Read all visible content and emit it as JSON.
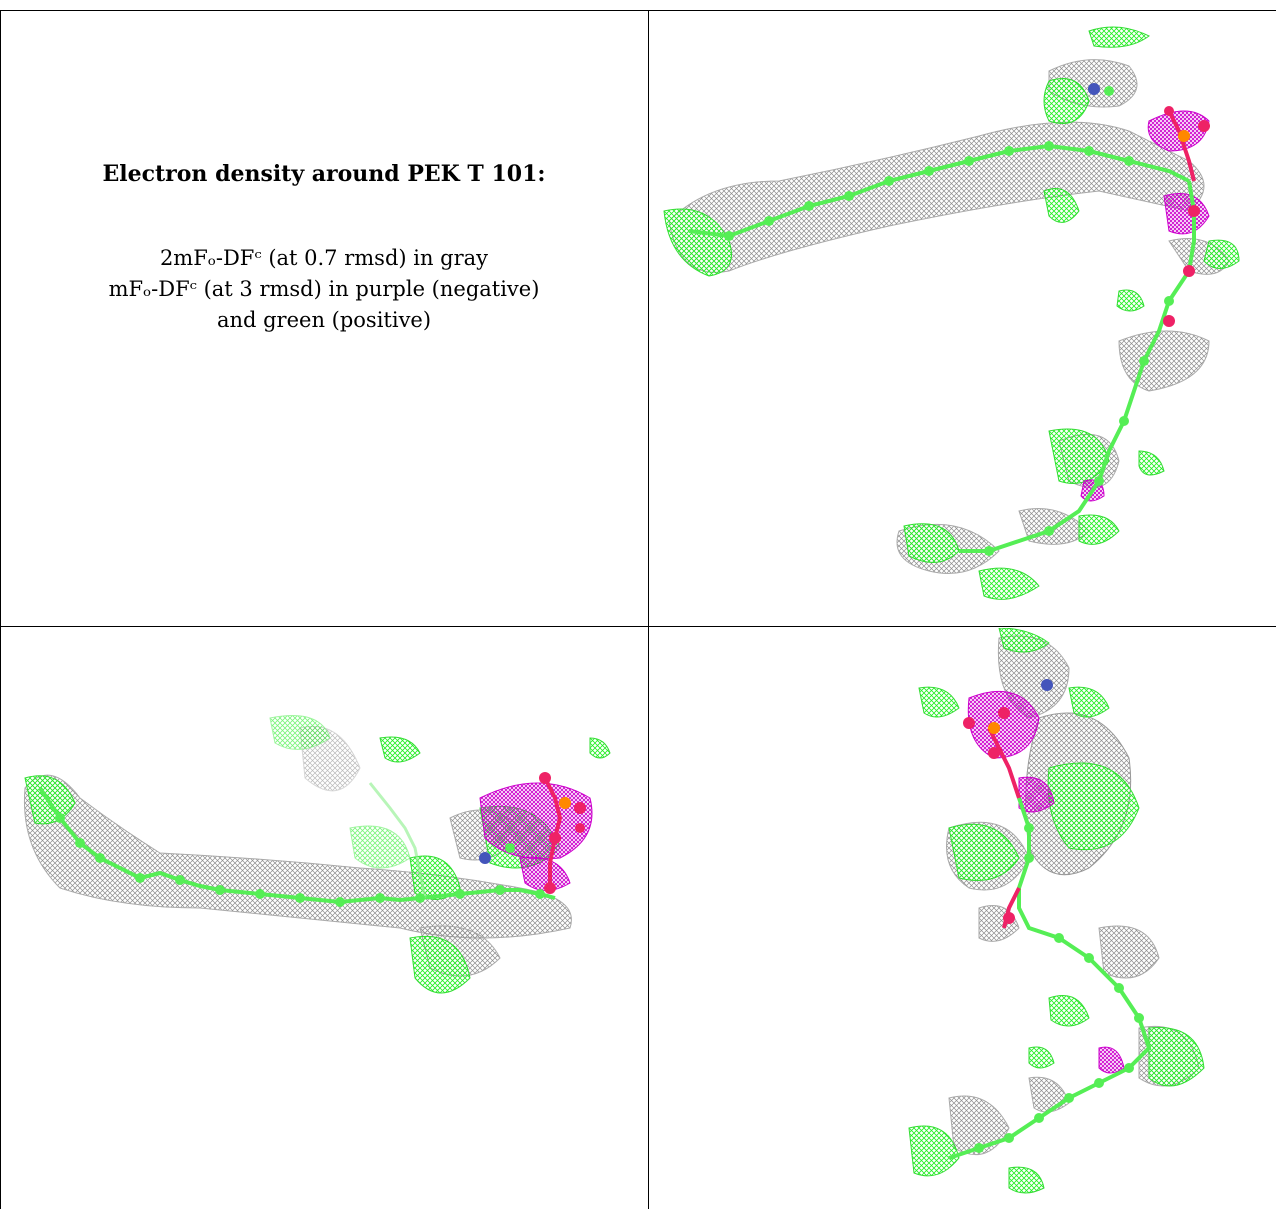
{
  "caption": {
    "title": "Electron density around PEK T 101:",
    "line1": "2mFₒ-DFᶜ (at 0.7 rmsd) in gray",
    "line2": "mFₒ-DFᶜ (at 3 rmsd) in purple (negative)",
    "line3": "and green (positive)"
  },
  "colors": {
    "gray_mesh": "#9a9a9a",
    "green_mesh": "#33ee33",
    "purple_mesh": "#cc00cc",
    "carbon": "#55ee55",
    "oxygen": "#ee2266",
    "phosphorus": "#ff8800",
    "nitrogen": "#4455bb"
  }
}
